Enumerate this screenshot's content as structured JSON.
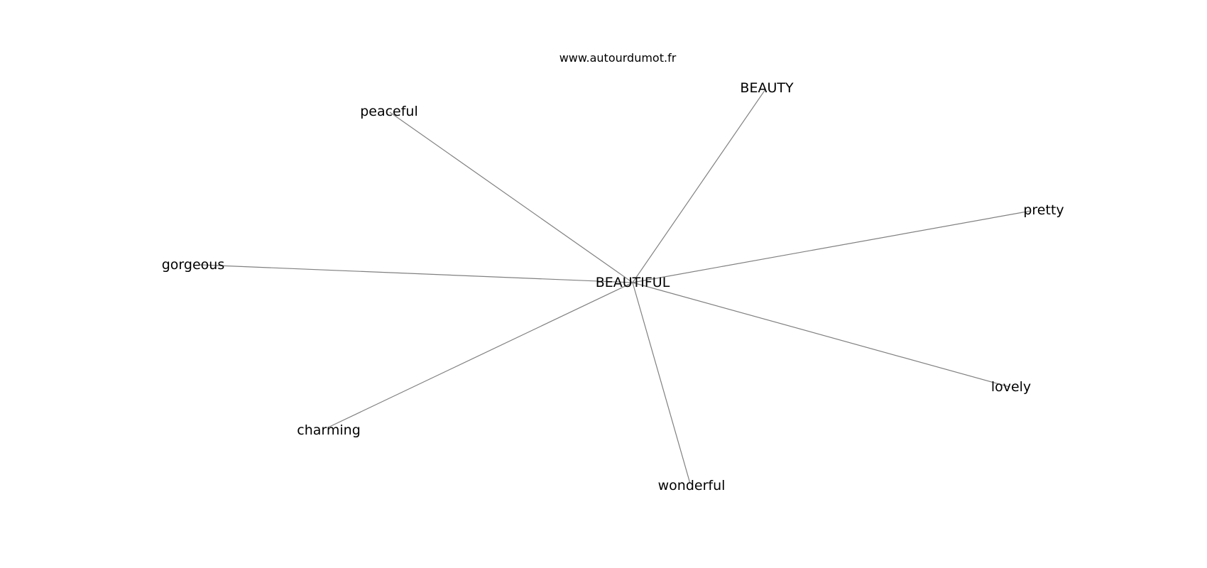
{
  "source": "www.autourdumot.fr",
  "center": {
    "id": "beautiful",
    "label": "BEAUTIFUL"
  },
  "neighbors": [
    {
      "id": "beauty",
      "label": "BEAUTY"
    },
    {
      "id": "peaceful",
      "label": "peaceful"
    },
    {
      "id": "pretty",
      "label": "pretty"
    },
    {
      "id": "gorgeous",
      "label": "gorgeous"
    },
    {
      "id": "lovely",
      "label": "lovely"
    },
    {
      "id": "charming",
      "label": "charming"
    },
    {
      "id": "wonderful",
      "label": "wonderful"
    }
  ],
  "edges": [
    {
      "from": "beautiful",
      "to": "beauty"
    },
    {
      "from": "beautiful",
      "to": "peaceful"
    },
    {
      "from": "beautiful",
      "to": "pretty"
    },
    {
      "from": "beautiful",
      "to": "gorgeous"
    },
    {
      "from": "beautiful",
      "to": "lovely"
    },
    {
      "from": "beautiful",
      "to": "charming"
    },
    {
      "from": "beautiful",
      "to": "wonderful"
    }
  ],
  "colors": {
    "edge": "#808080",
    "text": "#000000",
    "background": "#ffffff"
  }
}
